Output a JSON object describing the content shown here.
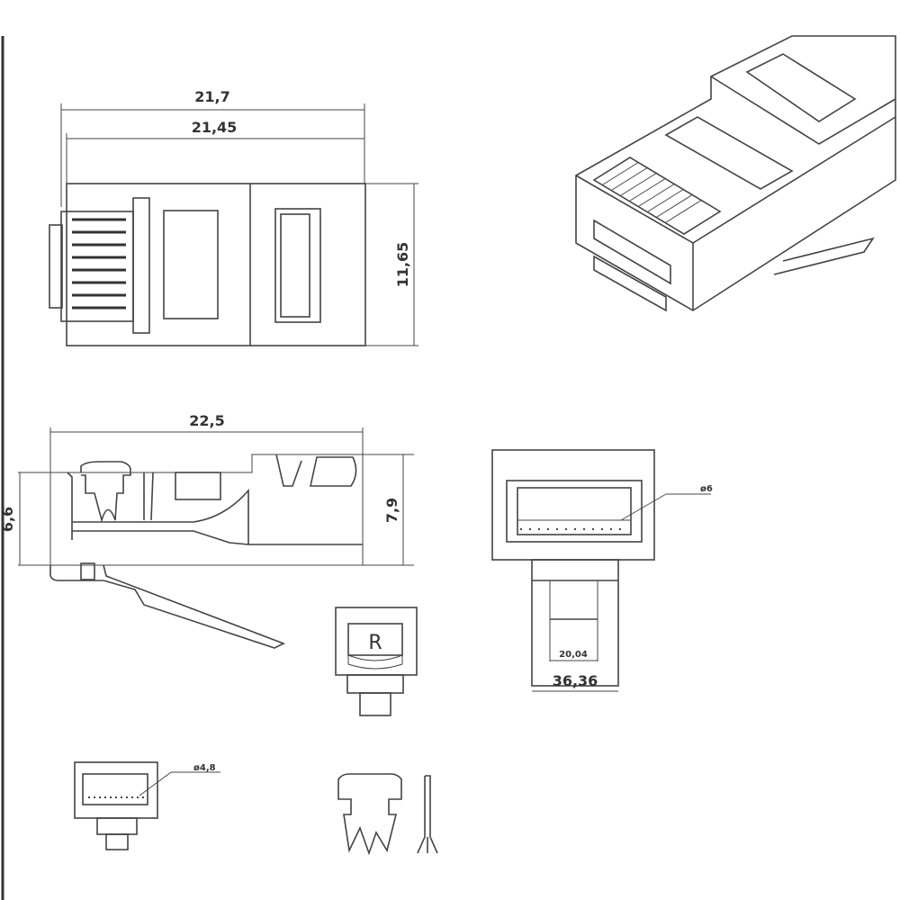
{
  "drawing": {
    "title": "RJ45 connector technical drawing",
    "colors": {
      "line": "#444444",
      "background": "#ffffff"
    },
    "dimensions": {
      "top_overall_length": "21,7",
      "top_body_length": "21,45",
      "top_height": "11,65",
      "side_length": "22,5",
      "side_height_left": "6,6",
      "side_height_right": "7,9",
      "front_diameter": "ø6",
      "front_inner_width": "20,04",
      "front_outer_width": "36,36",
      "small_front_diameter": "ø4,8"
    },
    "marking_letter": "R"
  }
}
